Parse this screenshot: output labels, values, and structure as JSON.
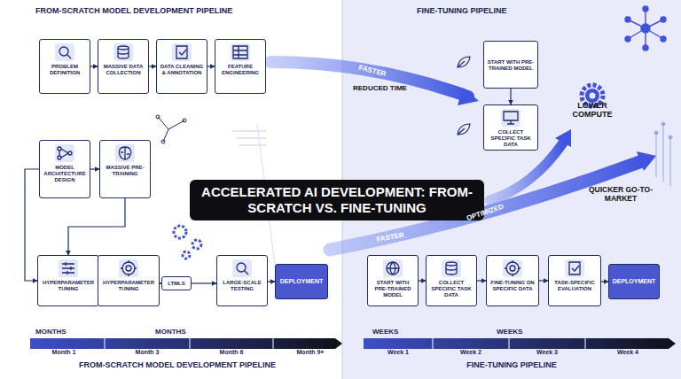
{
  "diagram": {
    "title": "ACCELERATED AI DEVELOPMENT: FROM-SCRATCH VS. FINE-TUNING",
    "nodes": [
      {
        "text": [
          "PROBLEM DEFINITION"
        ]
      },
      {
        "text": [
          "MASSIVE DATA COLLECTION"
        ]
      },
      {
        "text": [
          "DATA CLEANING & ANNOTATION"
        ]
      },
      {
        "text": [
          "FEATURE ENGINEERING"
        ]
      },
      {
        "text": [
          "START WITH PRE-TRAINED MODEL"
        ]
      },
      {
        "text": [
          "COLLECT SPECIFIC TASK DATA"
        ]
      },
      {
        "text": [
          "MODEL ARCHITECTURE DESIGN"
        ]
      },
      {
        "text": [
          "MASSIVE PRE-TRAINING"
        ]
      },
      {
        "text": [
          "HYPERPARAMETER TUNING"
        ]
      },
      {
        "text": [
          "HYPERPARAMETER TUNING"
        ]
      },
      {
        "text": [
          "LTMLS"
        ]
      },
      {
        "text": [
          "LARGE-SCALE TESTING"
        ]
      },
      {
        "text": [
          "DEPLOYMENT"
        ]
      },
      {
        "text": [
          "START WITH PRE-TRAINED MODEL"
        ]
      },
      {
        "text": [
          "COLLECT SPECIFIC TASK DATA"
        ]
      },
      {
        "text": [
          "FINE-TUNING ON SPECIFIC DATA"
        ]
      },
      {
        "text": [
          "TASK-SPECIFIC EVALUATION"
        ]
      },
      {
        "text": [
          "DEPLOYMENT"
        ]
      }
    ],
    "edges": [
      {
        "from": 0,
        "to": 1,
        "arrow": "to"
      },
      {
        "from": 1,
        "to": 2,
        "arrow": "to"
      },
      {
        "from": 2,
        "to": 3,
        "arrow": "to"
      },
      {
        "from": 4,
        "to": 5,
        "arrow": "to"
      },
      {
        "from": 6,
        "to": 7,
        "arrow": "to"
      },
      {
        "from": 7,
        "to": 8,
        "arrow": "to"
      },
      {
        "from": 6,
        "to": 8,
        "arrow": "to"
      },
      {
        "from": 8,
        "to": 9,
        "arrow": "to"
      },
      {
        "from": 9,
        "to": 10,
        "arrow": "to"
      },
      {
        "from": 10,
        "to": 11,
        "arrow": "to"
      },
      {
        "from": 11,
        "to": 12,
        "arrow": "to"
      },
      {
        "from": 13,
        "to": 14,
        "arrow": "to"
      },
      {
        "from": 14,
        "to": 15,
        "arrow": "to"
      },
      {
        "from": 15,
        "to": 16,
        "arrow": "to"
      },
      {
        "from": 16,
        "to": 17,
        "arrow": "to"
      }
    ],
    "labels": [
      "FROM-SCRATCH MODEL DEVELOPMENT PIPELINE",
      "FINE-TUNING PIPELINE",
      "FASTER",
      "REDUCED TIME",
      "LOWER COMPUTE",
      "FASTER",
      "OPTIMIZED",
      "QUICKER GO-TO-MARKET",
      "MONTHS",
      "MONTHS",
      "Month 1",
      "Month 3",
      "Month 6",
      "Month 9+",
      "WEEKS",
      "WEEKS",
      "Week 1",
      "Week 2",
      "Week 3",
      "Week 4",
      "FROM-SCRATCH MODEL DEVELOPMENT PIPELINE",
      "FINE-TUNING PIPELINE"
    ]
  }
}
